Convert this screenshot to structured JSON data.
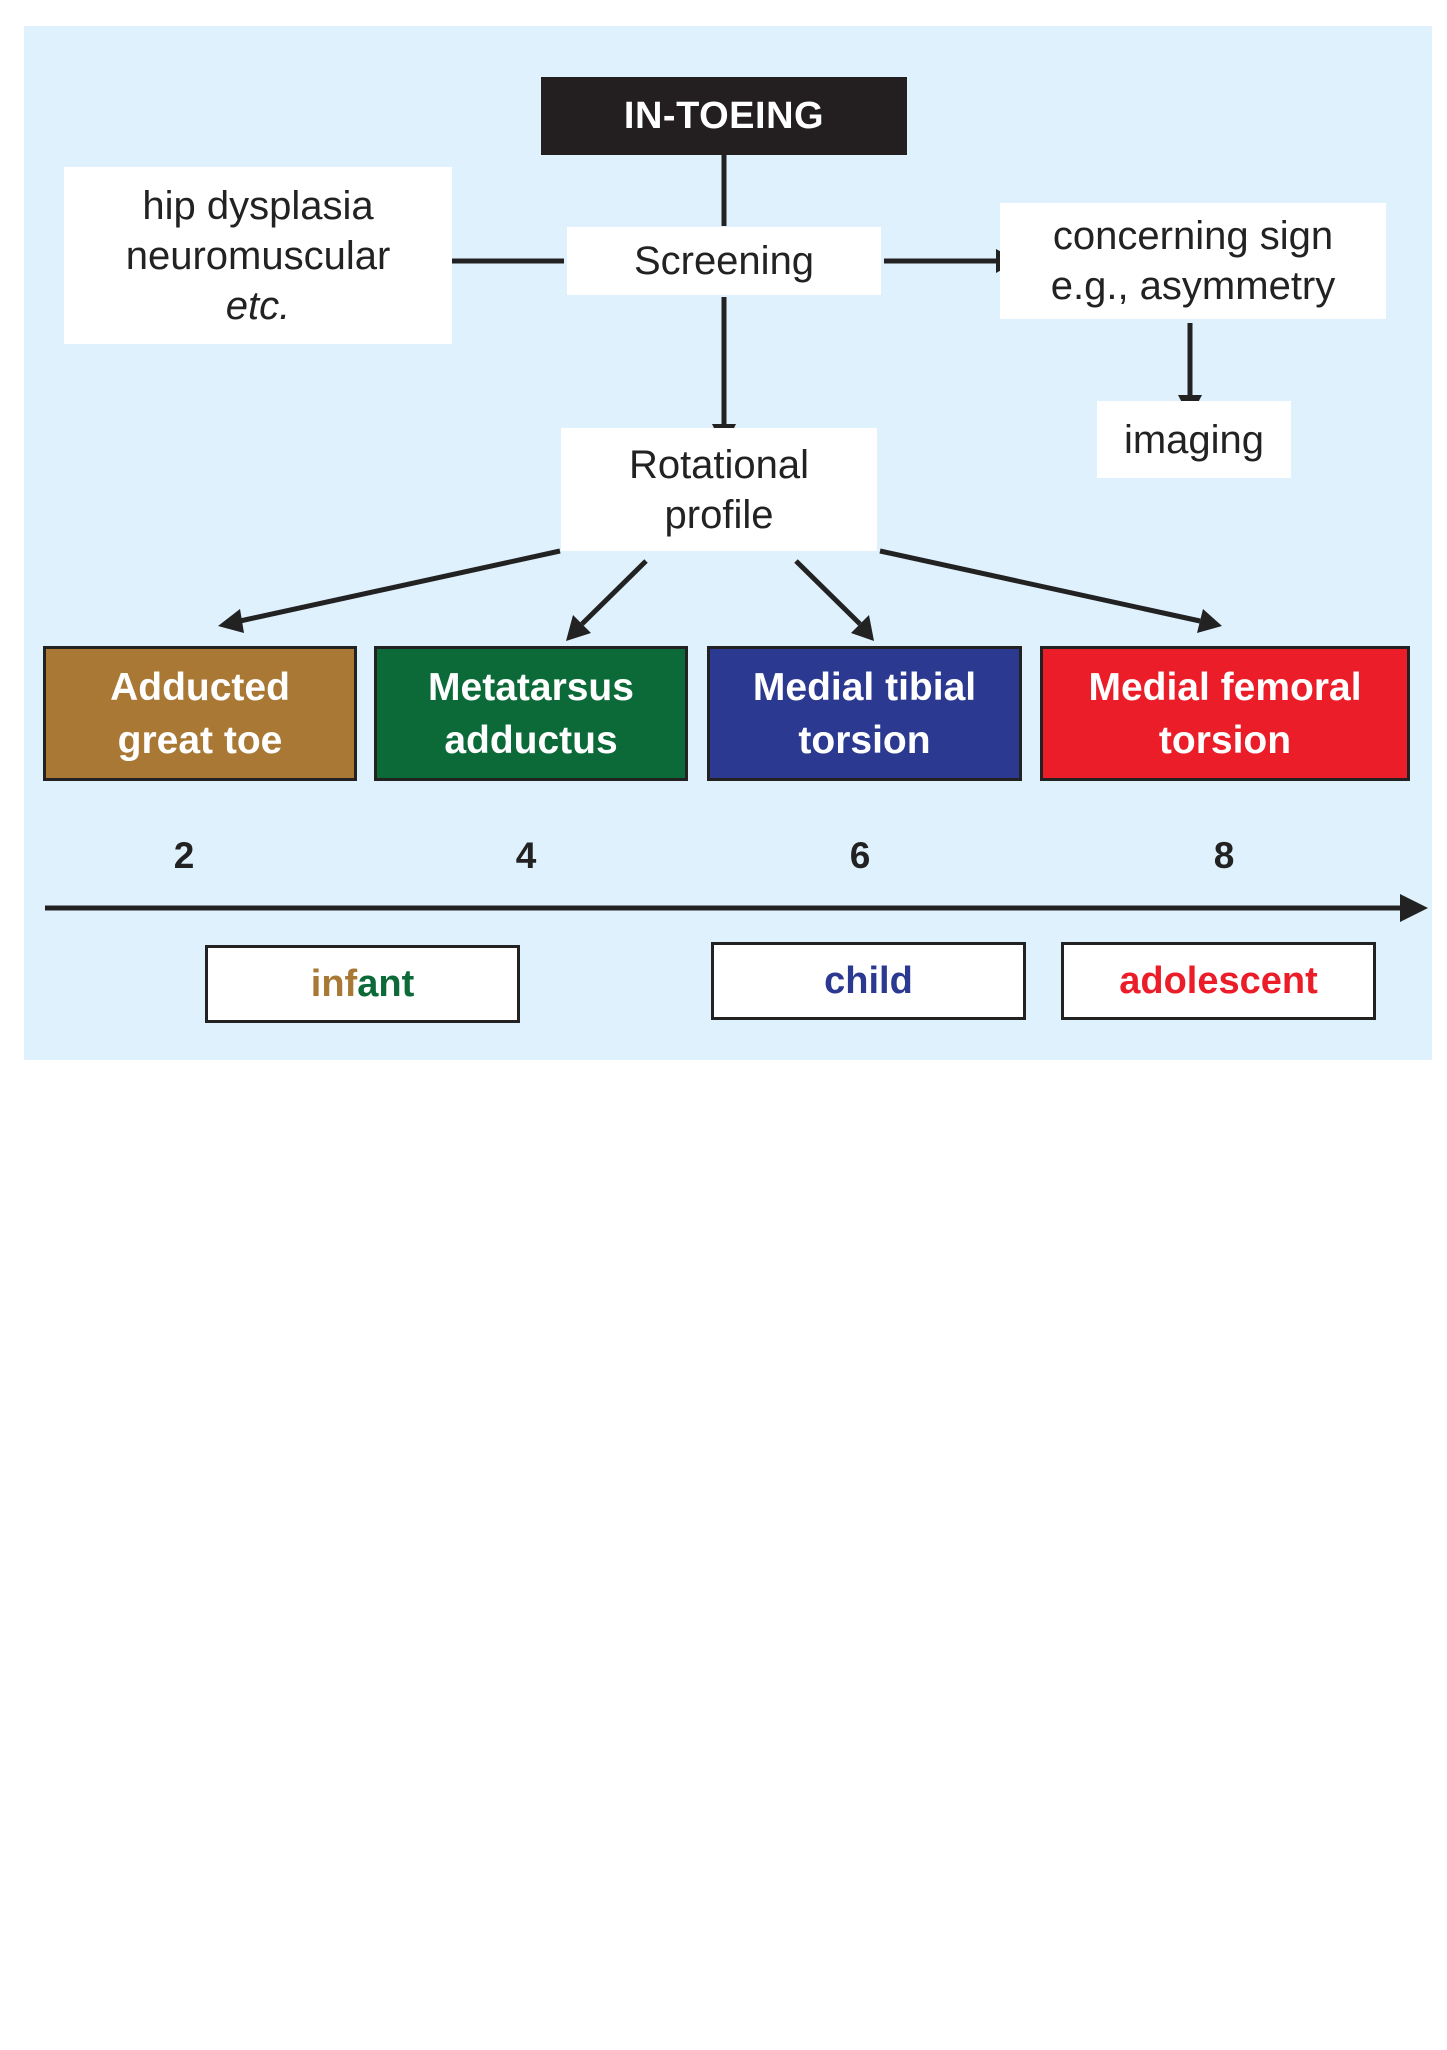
{
  "title": "IN-TOEING",
  "screening": "Screening",
  "left_box": {
    "line1": "hip dysplasia",
    "line2": "neuromuscular",
    "line3": "etc."
  },
  "right_box": {
    "line1": "concerning sign",
    "line2": "e.g., asymmetry"
  },
  "imaging": "imaging",
  "rotational": {
    "line1": "Rotational",
    "line2": "profile"
  },
  "categories": [
    {
      "line1": "Adducted",
      "line2": "great toe",
      "color": "#a87834"
    },
    {
      "line1": "Metatarsus",
      "line2": "adductus",
      "color": "#0b6a38"
    },
    {
      "line1": "Medial tibial",
      "line2": "torsion",
      "color": "#2b3990"
    },
    {
      "line1": "Medial femoral",
      "line2": "torsion",
      "color": "#ea1d28"
    }
  ],
  "timeline_ticks": [
    "2",
    "4",
    "6",
    "8"
  ],
  "age_groups": {
    "infant_a": "inf",
    "infant_b": "ant",
    "infant_a_color": "#a87834",
    "infant_b_color": "#0b6a38",
    "child": "child",
    "child_color": "#2b3990",
    "adolescent": "adolescent",
    "adolescent_color": "#ea1d28"
  }
}
